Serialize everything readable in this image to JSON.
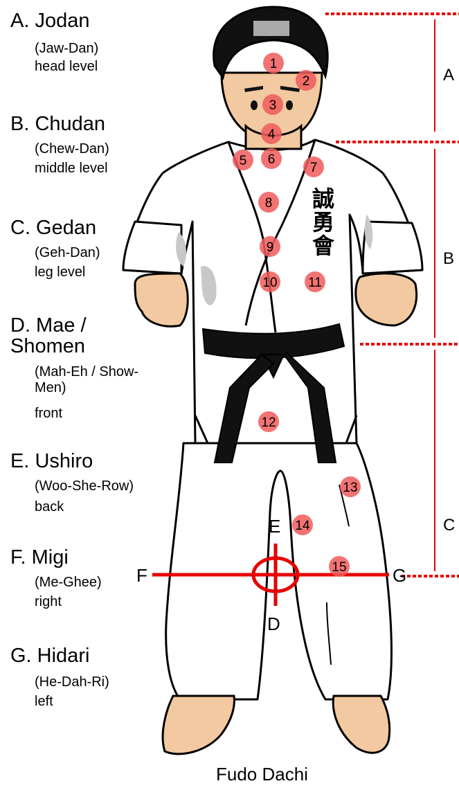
{
  "levels": [
    {
      "label": "A.  Jodan",
      "reading": "(Jaw-Dan)",
      "meaning": "head level"
    },
    {
      "label": "B.  Chudan",
      "reading": "(Chew-Dan)",
      "meaning": "middle level"
    },
    {
      "label": "C.  Gedan",
      "reading": "(Geh-Dan)",
      "meaning": "leg level"
    },
    {
      "label": "D.  Mae / Shomen",
      "reading": "(Mah-Eh / Show-Men)",
      "meaning": "front"
    },
    {
      "label": "E.  Ushiro",
      "reading": "(Woo-She-Row)",
      "meaning": "back"
    },
    {
      "label": "F.  Migi",
      "reading": "(Me-Ghee)",
      "meaning": "right"
    },
    {
      "label": "G.  Hidari",
      "reading": "(He-Dah-Ri)",
      "meaning": "left"
    }
  ],
  "zones": [
    "A",
    "B",
    "C"
  ],
  "directions": {
    "front": "D",
    "back": "E",
    "right": "F",
    "left": "G"
  },
  "points": [
    "1",
    "2",
    "3",
    "4",
    "5",
    "6",
    "7",
    "8",
    "9",
    "10",
    "11",
    "12",
    "13",
    "14",
    "15"
  ],
  "kanji": [
    "誠",
    "勇",
    "會"
  ],
  "caption": "Fudo Dachi",
  "colors": {
    "marker": "#e60000",
    "point": "#f05a5a",
    "belt": "#111111",
    "gi": "#ffffff",
    "skin": "#f2c9a0"
  }
}
